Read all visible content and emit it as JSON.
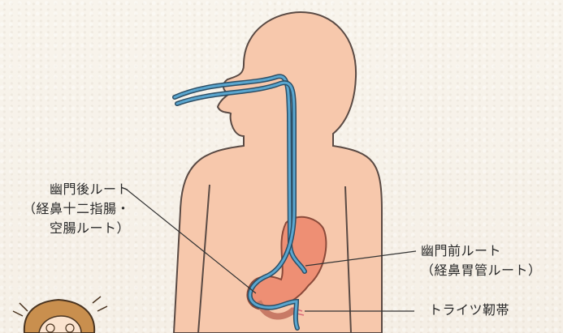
{
  "labels": {
    "post_pyloric": {
      "line1": "幽門後ルート",
      "line2": "（経鼻十二指腸・",
      "line3": "空腸ルート）"
    },
    "pre_pyloric": {
      "line1": "幽門前ルート",
      "line2": "（経鼻胃管ルート）"
    },
    "treitz": {
      "line1": "トライツ靭帯"
    }
  },
  "colors": {
    "skin": "#f7c8ac",
    "skin_outline": "#5a4a44",
    "stomach": "#ee8f74",
    "tube": "#5aa6cf",
    "tube_outline": "#2d4f66"
  }
}
